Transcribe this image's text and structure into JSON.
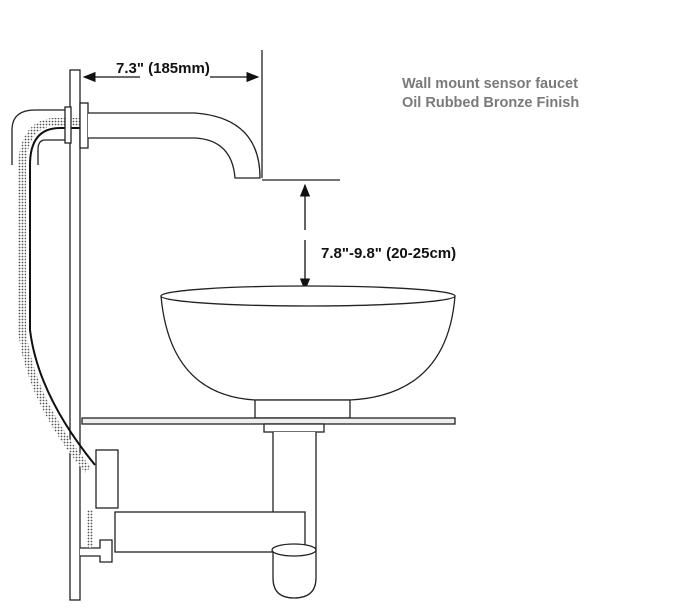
{
  "title": {
    "line1": "Wall mount sensor faucet",
    "line2": "Oil Rubbed Bronze Finish"
  },
  "dimensions": {
    "spout_reach": "7.3\" (185mm)",
    "spout_height": "7.8\"-9.8\" (20-25cm)"
  }
}
